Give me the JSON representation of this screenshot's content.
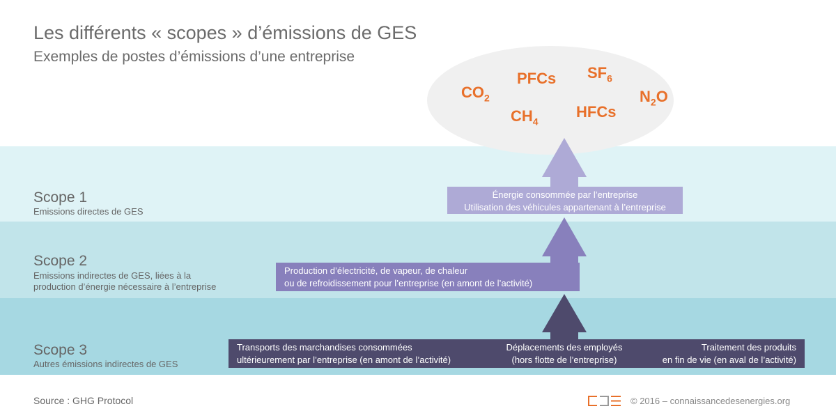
{
  "title": "Les différents « scopes » d’émissions de GES",
  "subtitle": "Exemples de postes d’émissions d’une entreprise",
  "gases": [
    {
      "main": "CO",
      "sub": "2",
      "tail": ""
    },
    {
      "main": "PFCs",
      "sub": "",
      "tail": ""
    },
    {
      "main": "SF",
      "sub": "6",
      "tail": ""
    },
    {
      "main": "N",
      "sub": "2",
      "tail": "O"
    },
    {
      "main": "CH",
      "sub": "4",
      "tail": ""
    },
    {
      "main": "HFCs",
      "sub": "",
      "tail": ""
    }
  ],
  "scopes": [
    {
      "name": "Scope 1",
      "desc": "Emissions directes de GES",
      "lines": [
        "Énergie consommée par l’entreprise",
        "Utilisation des véhicules appartenant à l’entreprise"
      ]
    },
    {
      "name": "Scope 2",
      "desc1": "Emissions indirectes de GES, liées à la",
      "desc2": "production d’énergie nécessaire à l’entreprise",
      "lines": [
        "Production d’électricité, de vapeur, de chaleur",
        "ou de refroidissement pour l’entreprise (en amont de l’activité)"
      ]
    },
    {
      "name": "Scope 3",
      "desc": "Autres émissions indirectes de GES",
      "items": [
        [
          "Transports des marchandises consommées",
          "ultérieurement par l’entreprise (en amont de l’activité)"
        ],
        [
          "Déplacements des employés",
          "(hors flotte de l’entreprise)"
        ],
        [
          "Traitement des produits",
          "en fin de vie (en aval de l’activité)"
        ]
      ]
    }
  ],
  "source": "Source : GHG Protocol",
  "copyright": "© 2016 – connaissancedesenergies.org",
  "logo_text": "CDE",
  "colors": {
    "orange": "#e8702a",
    "scope1": "#aeaad6",
    "scope2": "#8880bc",
    "scope3": "#4e4a6c"
  }
}
